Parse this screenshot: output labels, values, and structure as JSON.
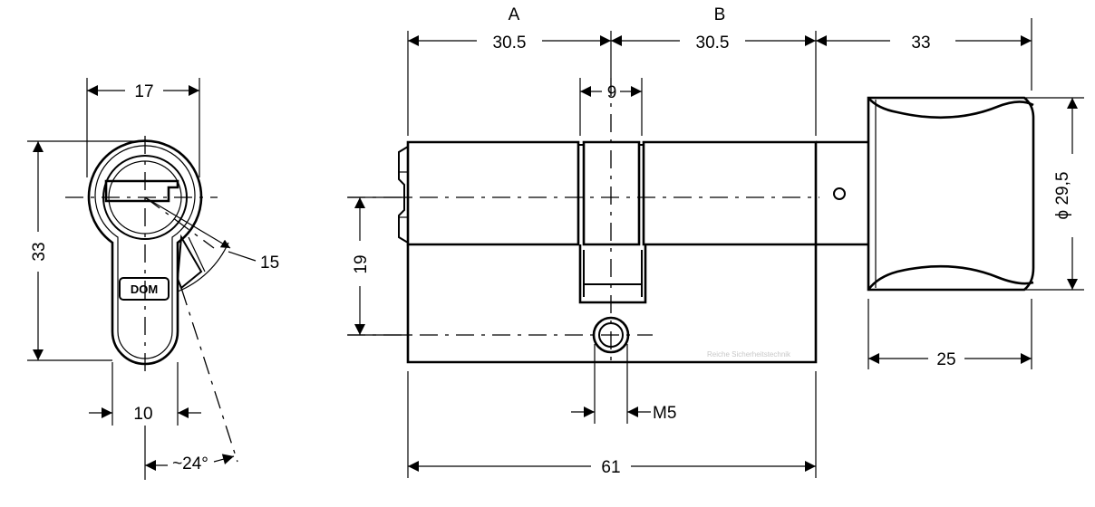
{
  "labels": {
    "side_a": "A",
    "side_b": "B",
    "dim_a": "30.5",
    "dim_b": "30.5",
    "dim_knob_offset": "33",
    "dim_cam_width": "9",
    "dim_knob_diameter": "ϕ 29,5",
    "dim_profile_height": "19",
    "dim_knob_length": "25",
    "dim_thread": "M5",
    "dim_total_length": "61",
    "dim_front_width": "17",
    "dim_front_height": "33",
    "dim_cam_radius": "15",
    "dim_bottom_width": "10",
    "dim_angle": "~24°"
  },
  "logo": "DOM",
  "watermark": "Reiche Sicherheitstechnik"
}
